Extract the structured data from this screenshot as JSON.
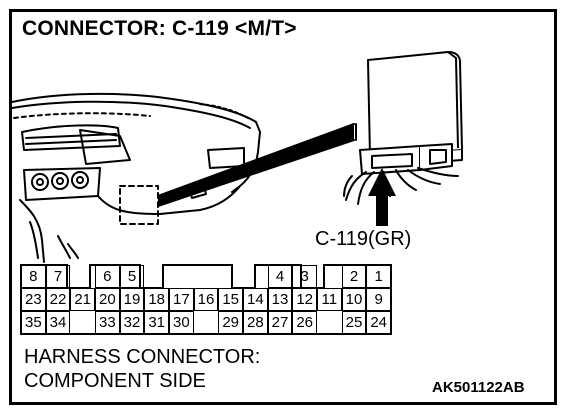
{
  "diagram": {
    "title": "CONNECTOR: C-119 <M/T>",
    "callout_label": "C-119(GR)",
    "caption_lines": [
      "HARNESS CONNECTOR:",
      "COMPONENT SIDE"
    ],
    "figure_code": "AK501122AB"
  },
  "connector": {
    "rows": [
      [
        "8",
        "7",
        "",
        "6",
        "5",
        "",
        "",
        "",
        "",
        "",
        "4",
        "3",
        "",
        "2",
        "1"
      ],
      [
        "23",
        "22",
        "21",
        "20",
        "19",
        "18",
        "17",
        "16",
        "15",
        "14",
        "13",
        "12",
        "11",
        "10",
        "9"
      ],
      [
        "35",
        "34",
        "",
        "33",
        "32",
        "31",
        "30",
        "",
        "29",
        "28",
        "27",
        "26",
        "",
        "25",
        "24"
      ]
    ]
  },
  "colors": {
    "ink": "#000000",
    "paper": "#ffffff",
    "shade": "#d9d9d9"
  }
}
